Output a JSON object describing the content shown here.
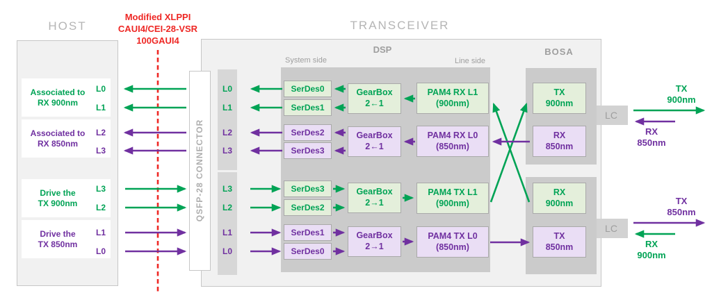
{
  "colors": {
    "green": "#00a355",
    "green_fill": "#e4efdb",
    "purple": "#7030a0",
    "purple_fill": "#eadef5",
    "red": "#ee2724",
    "panel_fill": "#f1f1f1",
    "panel_border": "#c6c6c6",
    "inner_panel": "#cbcbcb",
    "lane_strip": "#d7d7d7",
    "box_border": "#a9a9a9",
    "title_gray": "#b5b5b5",
    "label_gray": "#9e9e9e"
  },
  "host": {
    "title": "HOST",
    "boxes": [
      {
        "line1": "Associated to",
        "line2": "RX 900nm",
        "lane_a": "L0",
        "lane_b": "L1"
      },
      {
        "line1": "Associated to",
        "line2": "RX 850nm",
        "lane_a": "L2",
        "lane_b": "L3"
      },
      {
        "line1": "Drive the",
        "line2": "TX 900nm",
        "lane_a": "L3",
        "lane_b": "L2"
      },
      {
        "line1": "Drive the",
        "line2": "TX 850nm",
        "lane_a": "L1",
        "lane_b": "L0"
      }
    ]
  },
  "interface": {
    "line1": "Modified XLPPI",
    "line2": "CAUI4/CEI-28-VSR",
    "line3": "100GAUI4"
  },
  "connector": {
    "label": "QSFP-28 CONNECTOR"
  },
  "transceiver": {
    "title": "TRANSCEIVER",
    "dsp_title": "DSP",
    "system_side": "System side",
    "line_side": "Line side",
    "bosa_title": "BOSA",
    "lc_top": "LC",
    "lc_bottom": "LC",
    "lanes_top": [
      "L0",
      "L1",
      "L2",
      "L3"
    ],
    "lanes_bottom": [
      "L3",
      "L2",
      "L1",
      "L0"
    ],
    "serdes_top": [
      "SerDes0",
      "SerDes1",
      "SerDes2",
      "SerDes3"
    ],
    "serdes_bottom": [
      "SerDes3",
      "SerDes2",
      "SerDes1",
      "SerDes0"
    ],
    "gearboxes": [
      {
        "line1": "GearBox",
        "line2": "2←1"
      },
      {
        "line1": "GearBox",
        "line2": "2←1"
      },
      {
        "line1": "GearBox",
        "line2": "2→1"
      },
      {
        "line1": "GearBox",
        "line2": "2→1"
      }
    ],
    "pam4": [
      {
        "line1": "PAM4 RX L1",
        "line2": "(900nm)"
      },
      {
        "line1": "PAM4 RX L0",
        "line2": "(850nm)"
      },
      {
        "line1": "PAM4 TX L1",
        "line2": "(900nm)"
      },
      {
        "line1": "PAM4 TX L0",
        "line2": "(850nm)"
      }
    ],
    "bosa": [
      {
        "line1": "TX",
        "line2": "900nm"
      },
      {
        "line1": "RX",
        "line2": "850nm"
      },
      {
        "line1": "RX",
        "line2": "900nm"
      },
      {
        "line1": "TX",
        "line2": "850nm"
      }
    ]
  },
  "fiber": [
    {
      "line1": "TX",
      "line2": "900nm"
    },
    {
      "line1": "RX",
      "line2": "850nm"
    },
    {
      "line1": "TX",
      "line2": "850nm"
    },
    {
      "line1": "RX",
      "line2": "900nm"
    }
  ]
}
